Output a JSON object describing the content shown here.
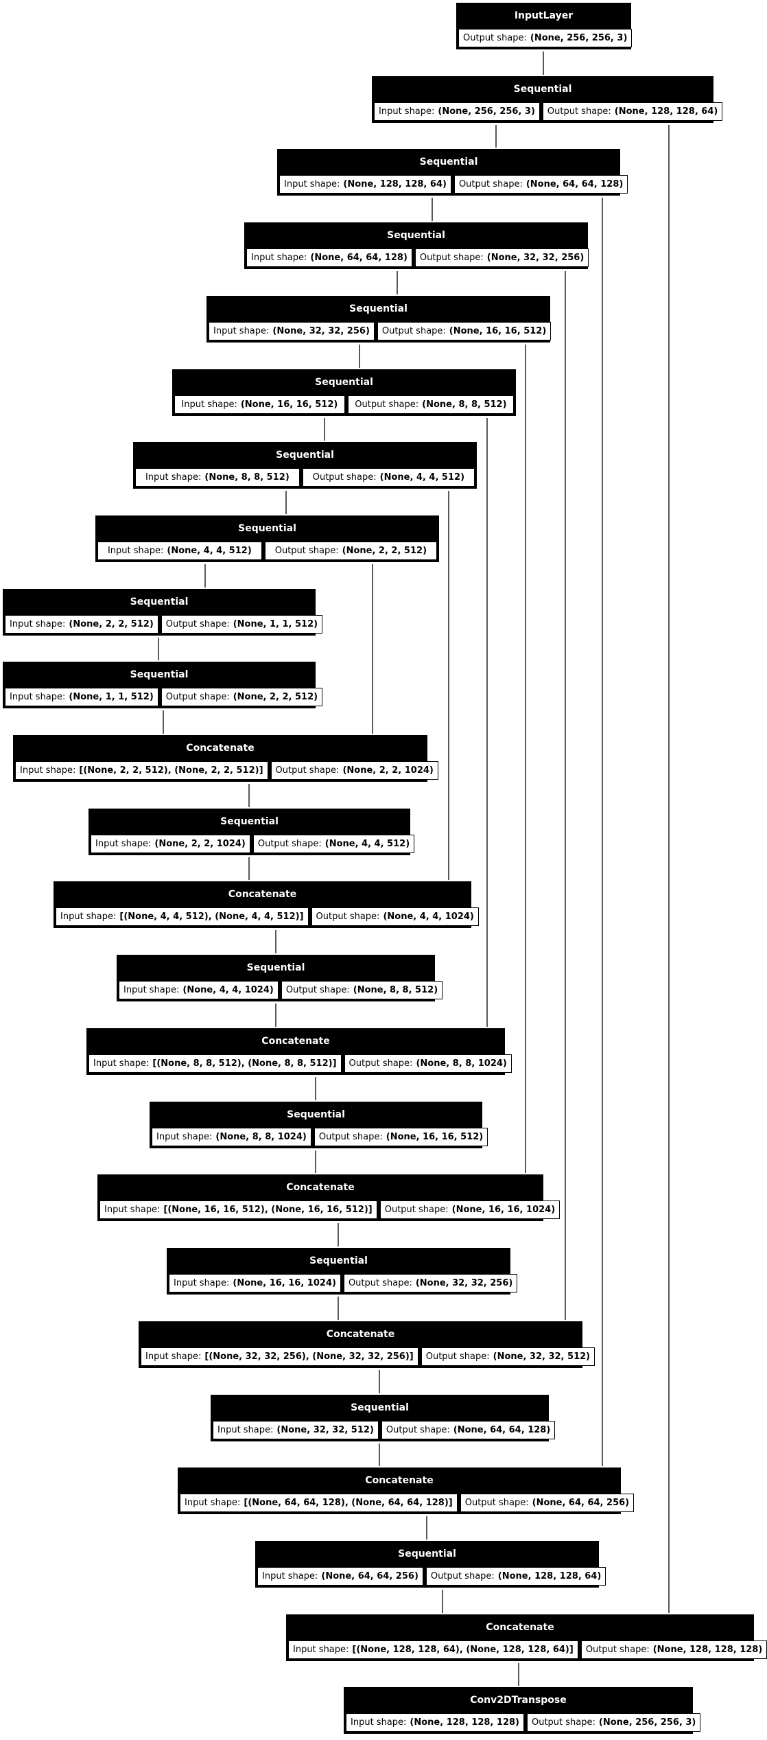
{
  "diagram": {
    "kind": "keras-model-plot",
    "labels": {
      "input_label": "Input shape:",
      "output_label": "Output shape:"
    },
    "colors": {
      "node_fill": "#000000",
      "node_title_text": "#ffffff",
      "cell_fill": "#ffffff",
      "cell_text": "#000000",
      "edge": "#000000",
      "background": "#ffffff"
    }
  },
  "nodes": [
    {
      "title": "InputLayer",
      "output_label": "Output shape:",
      "output_shape": "(None, 256, 256, 3)"
    },
    {
      "title": "Sequential",
      "input_label": "Input shape:",
      "input_shape": "(None, 256, 256, 3)",
      "output_label": "Output shape:",
      "output_shape": "(None, 128, 128, 64)"
    },
    {
      "title": "Sequential",
      "input_label": "Input shape:",
      "input_shape": "(None, 128, 128, 64)",
      "output_label": "Output shape:",
      "output_shape": "(None, 64, 64, 128)"
    },
    {
      "title": "Sequential",
      "input_label": "Input shape:",
      "input_shape": "(None, 64, 64, 128)",
      "output_label": "Output shape:",
      "output_shape": "(None, 32, 32, 256)"
    },
    {
      "title": "Sequential",
      "input_label": "Input shape:",
      "input_shape": "(None, 32, 32, 256)",
      "output_label": "Output shape:",
      "output_shape": "(None, 16, 16, 512)"
    },
    {
      "title": "Sequential",
      "input_label": "Input shape:",
      "input_shape": "(None, 16, 16, 512)",
      "output_label": "Output shape:",
      "output_shape": "(None, 8, 8, 512)"
    },
    {
      "title": "Sequential",
      "input_label": "Input shape:",
      "input_shape": "(None, 8, 8, 512)",
      "output_label": "Output shape:",
      "output_shape": "(None, 4, 4, 512)"
    },
    {
      "title": "Sequential",
      "input_label": "Input shape:",
      "input_shape": "(None, 4, 4, 512)",
      "output_label": "Output shape:",
      "output_shape": "(None, 2, 2, 512)"
    },
    {
      "title": "Sequential",
      "input_label": "Input shape:",
      "input_shape": "(None, 2, 2, 512)",
      "output_label": "Output shape:",
      "output_shape": "(None, 1, 1, 512)"
    },
    {
      "title": "Sequential",
      "input_label": "Input shape:",
      "input_shape": "(None, 1, 1, 512)",
      "output_label": "Output shape:",
      "output_shape": "(None, 2, 2, 512)"
    },
    {
      "title": "Concatenate",
      "input_label": "Input shape:",
      "input_shape": "[(None, 2, 2, 512), (None, 2, 2, 512)]",
      "output_label": "Output shape:",
      "output_shape": "(None, 2, 2, 1024)"
    },
    {
      "title": "Sequential",
      "input_label": "Input shape:",
      "input_shape": "(None, 2, 2, 1024)",
      "output_label": "Output shape:",
      "output_shape": "(None, 4, 4, 512)"
    },
    {
      "title": "Concatenate",
      "input_label": "Input shape:",
      "input_shape": "[(None, 4, 4, 512), (None, 4, 4, 512)]",
      "output_label": "Output shape:",
      "output_shape": "(None, 4, 4, 1024)"
    },
    {
      "title": "Sequential",
      "input_label": "Input shape:",
      "input_shape": "(None, 4, 4, 1024)",
      "output_label": "Output shape:",
      "output_shape": "(None, 8, 8, 512)"
    },
    {
      "title": "Concatenate",
      "input_label": "Input shape:",
      "input_shape": "[(None, 8, 8, 512), (None, 8, 8, 512)]",
      "output_label": "Output shape:",
      "output_shape": "(None, 8, 8, 1024)"
    },
    {
      "title": "Sequential",
      "input_label": "Input shape:",
      "input_shape": "(None, 8, 8, 1024)",
      "output_label": "Output shape:",
      "output_shape": "(None, 16, 16, 512)"
    },
    {
      "title": "Concatenate",
      "input_label": "Input shape:",
      "input_shape": "[(None, 16, 16, 512), (None, 16, 16, 512)]",
      "output_label": "Output shape:",
      "output_shape": "(None, 16, 16, 1024)"
    },
    {
      "title": "Sequential",
      "input_label": "Input shape:",
      "input_shape": "(None, 16, 16, 1024)",
      "output_label": "Output shape:",
      "output_shape": "(None, 32, 32, 256)"
    },
    {
      "title": "Concatenate",
      "input_label": "Input shape:",
      "input_shape": "[(None, 32, 32, 256), (None, 32, 32, 256)]",
      "output_label": "Output shape:",
      "output_shape": "(None, 32, 32, 512)"
    },
    {
      "title": "Sequential",
      "input_label": "Input shape:",
      "input_shape": "(None, 32, 32, 512)",
      "output_label": "Output shape:",
      "output_shape": "(None, 64, 64, 128)"
    },
    {
      "title": "Concatenate",
      "input_label": "Input shape:",
      "input_shape": "[(None, 64, 64, 128), (None, 64, 64, 128)]",
      "output_label": "Output shape:",
      "output_shape": "(None, 64, 64, 256)"
    },
    {
      "title": "Sequential",
      "input_label": "Input shape:",
      "input_shape": "(None, 64, 64, 256)",
      "output_label": "Output shape:",
      "output_shape": "(None, 128, 128, 64)"
    },
    {
      "title": "Concatenate",
      "input_label": "Input shape:",
      "input_shape": "[(None, 128, 128, 64), (None, 128, 128, 64)]",
      "output_label": "Output shape:",
      "output_shape": "(None, 128, 128, 128)"
    },
    {
      "title": "Conv2DTranspose",
      "input_label": "Input shape:",
      "input_shape": "(None, 128, 128, 128)",
      "output_label": "Output shape:",
      "output_shape": "(None, 256, 256, 3)"
    }
  ],
  "edges": [
    {
      "from": 0,
      "to": 1
    },
    {
      "from": 1,
      "to": 2
    },
    {
      "from": 2,
      "to": 3
    },
    {
      "from": 3,
      "to": 4
    },
    {
      "from": 4,
      "to": 5
    },
    {
      "from": 5,
      "to": 6
    },
    {
      "from": 6,
      "to": 7
    },
    {
      "from": 7,
      "to": 8
    },
    {
      "from": 8,
      "to": 9
    },
    {
      "from": 9,
      "to": 10
    },
    {
      "from": 10,
      "to": 11
    },
    {
      "from": 11,
      "to": 12
    },
    {
      "from": 12,
      "to": 13
    },
    {
      "from": 13,
      "to": 14
    },
    {
      "from": 14,
      "to": 15
    },
    {
      "from": 15,
      "to": 16
    },
    {
      "from": 16,
      "to": 17
    },
    {
      "from": 17,
      "to": 18
    },
    {
      "from": 18,
      "to": 19
    },
    {
      "from": 19,
      "to": 20
    },
    {
      "from": 20,
      "to": 21
    },
    {
      "from": 21,
      "to": 22
    },
    {
      "from": 22,
      "to": 23
    },
    {
      "from": 7,
      "to": 10,
      "skip": true
    },
    {
      "from": 6,
      "to": 12,
      "skip": true
    },
    {
      "from": 5,
      "to": 14,
      "skip": true
    },
    {
      "from": 4,
      "to": 16,
      "skip": true
    },
    {
      "from": 3,
      "to": 18,
      "skip": true
    },
    {
      "from": 2,
      "to": 20,
      "skip": true
    },
    {
      "from": 1,
      "to": 22,
      "skip": true
    }
  ]
}
